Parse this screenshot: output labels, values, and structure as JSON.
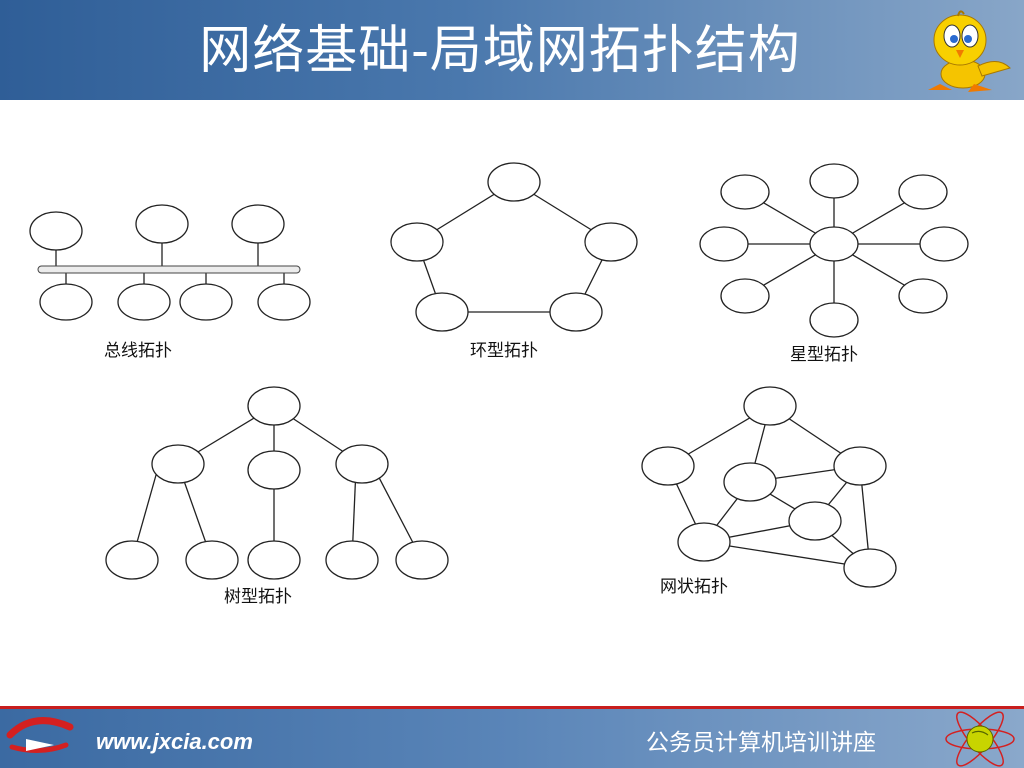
{
  "title": "网络基础-局域网拓扑结构",
  "labels": {
    "bus": "总线拓扑",
    "ring": "环型拓扑",
    "star": "星型拓扑",
    "tree": "树型拓扑",
    "mesh": "网状拓扑"
  },
  "footer": {
    "url": "www.jxcia.com",
    "course": "公务员计算机培训讲座"
  },
  "icons": {
    "mascot": "yellow-bird-mascot",
    "logo": "red-swoosh-logo",
    "atom": "atom-orbit-icon"
  },
  "colors": {
    "header": "#3b6aa2",
    "accent_line": "#c81e1e"
  }
}
